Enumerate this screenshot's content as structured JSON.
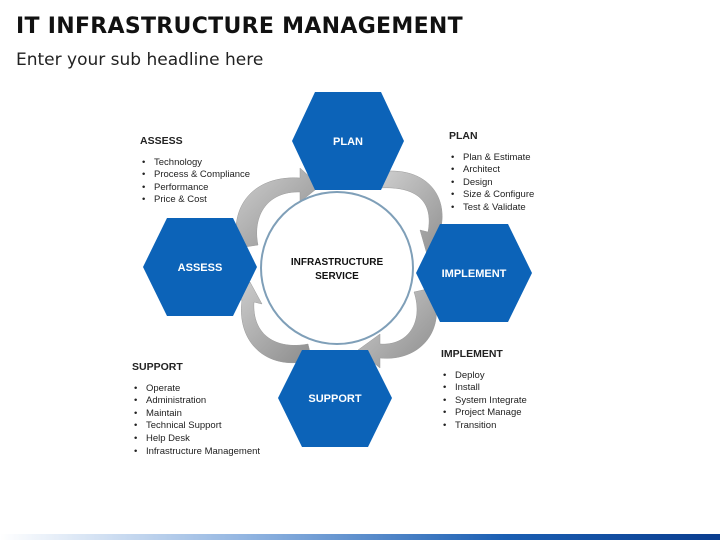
{
  "header": {
    "title": "IT INFRASTRUCTURE MANAGEMENT",
    "subtitle": "Enter your sub headline here"
  },
  "colors": {
    "hex_fill": "#0c63b8",
    "arrow": "#a9a9a9",
    "circle_stroke": "#7f9fb8"
  },
  "diagram": {
    "center": {
      "line1": "INFRASTRUCTURE",
      "line2": "SERVICE"
    },
    "hexagons": {
      "plan": "PLAN",
      "implement": "IMPLEMENT",
      "support": "SUPPORT",
      "assess": "ASSESS"
    }
  },
  "blocks": {
    "assess": {
      "heading": "ASSESS",
      "items": [
        "Technology",
        "Process & Compliance",
        "Performance",
        "Price & Cost"
      ]
    },
    "plan": {
      "heading": "PLAN",
      "items": [
        "Plan & Estimate",
        "Architect",
        "Design",
        "Size & Configure",
        "Test & Validate"
      ]
    },
    "implement": {
      "heading": "IMPLEMENT",
      "items": [
        "Deploy",
        "Install",
        "System Integrate",
        "Project Manage",
        "Transition"
      ]
    },
    "support": {
      "heading": "SUPPORT",
      "items": [
        "Operate",
        "Administration",
        "Maintain",
        "Technical Support",
        "Help Desk",
        "Infrastructure Management"
      ]
    }
  }
}
